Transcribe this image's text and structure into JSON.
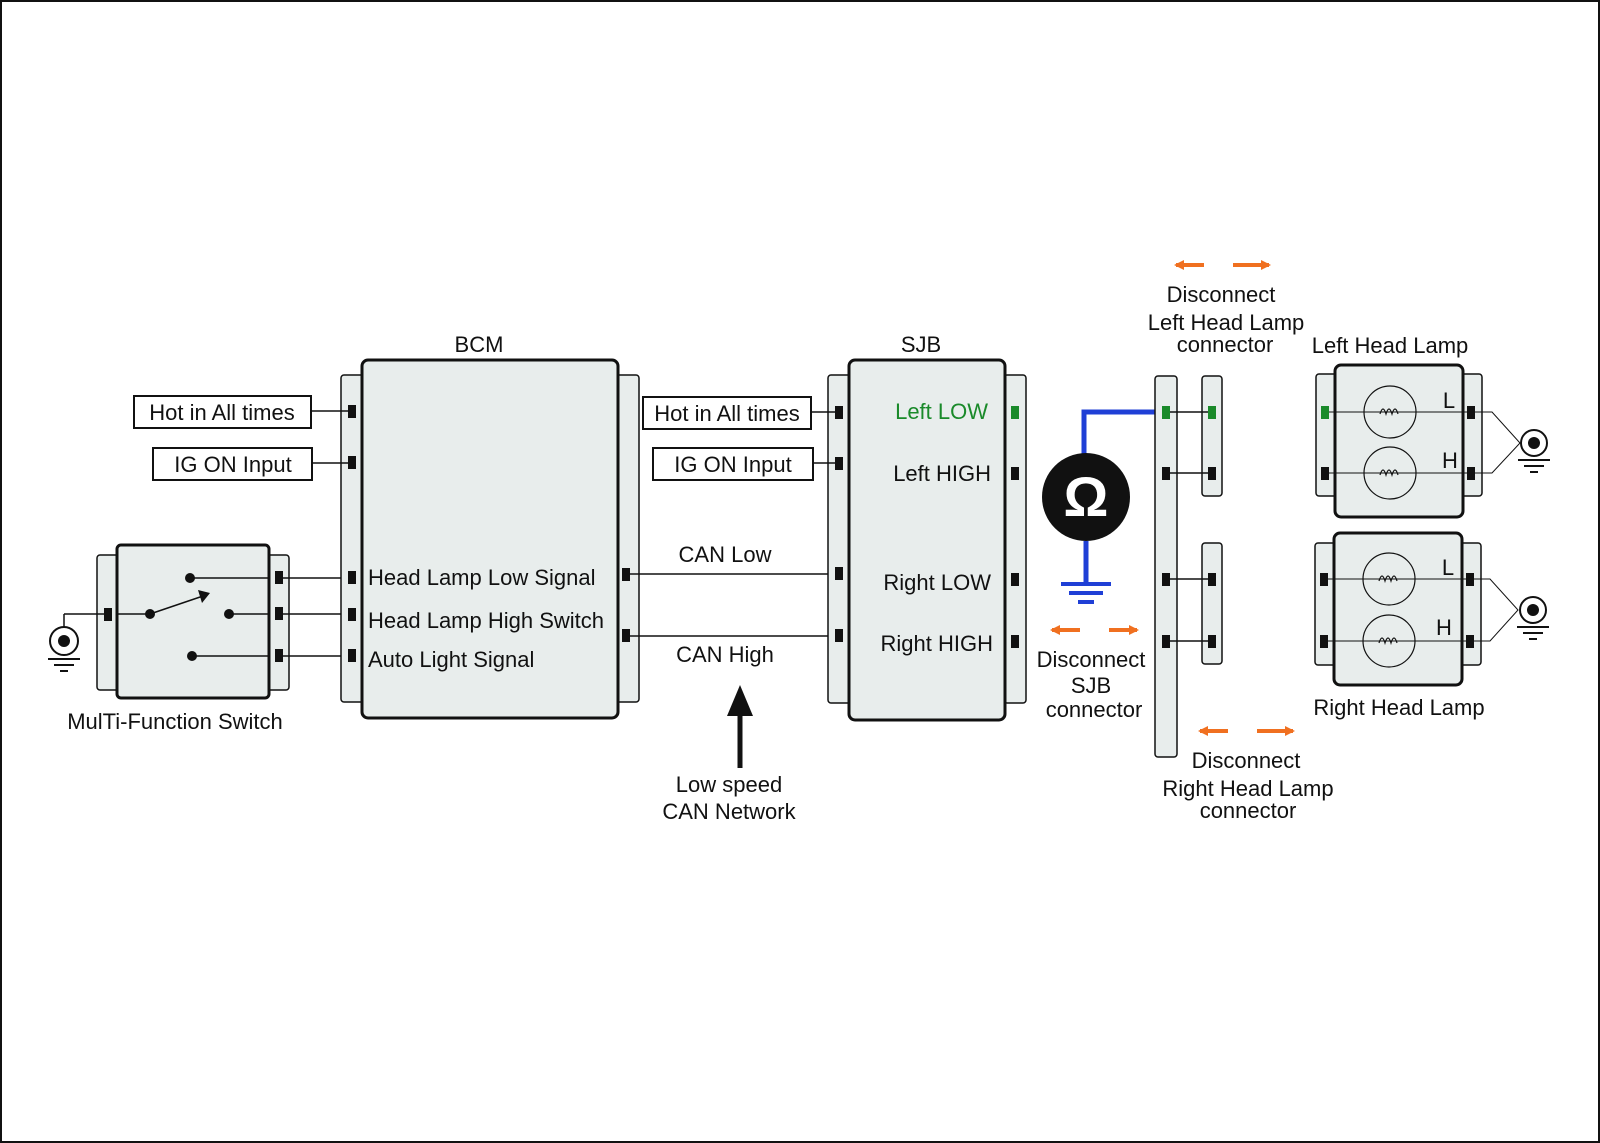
{
  "colors": {
    "module_fill": "#e8edec",
    "highlight_green": "#1a8a2a",
    "probe_blue": "#1f3fd6",
    "arrow_orange": "#f07020",
    "line": "#111111"
  },
  "bcm": {
    "title": "BCM",
    "pins": [
      "Head Lamp Low Signal",
      "Head Lamp High Switch",
      "Auto Light Signal"
    ]
  },
  "bcm_inputs": {
    "hot": "Hot in All times",
    "ig": "IG ON Input"
  },
  "sjb": {
    "title": "SJB",
    "pins": [
      "Left LOW",
      "Left HIGH",
      "Right LOW",
      "Right HIGH"
    ]
  },
  "sjb_inputs": {
    "hot": "Hot in All times",
    "ig": "IG ON Input"
  },
  "can": {
    "low": "CAN Low",
    "high": "CAN High",
    "network_line1": "Low speed",
    "network_line2": "CAN Network"
  },
  "mfs": {
    "title": "MulTi-Function Switch"
  },
  "left_lamp": {
    "title": "Left Head Lamp",
    "low_label": "L",
    "high_label": "H"
  },
  "right_lamp": {
    "title": "Right Head Lamp",
    "low_label": "L",
    "high_label": "H"
  },
  "ohmmeter": {
    "symbol": "Ω",
    "icon": "ohmmeter-icon"
  },
  "disconnect_left": {
    "line1": "Disconnect",
    "line2": "Left Head Lamp",
    "line3": "connector"
  },
  "disconnect_sjb": {
    "line1": "Disconnect",
    "line2": "SJB",
    "line3": "connector"
  },
  "disconnect_right": {
    "line1": "Disconnect",
    "line2": "Right Head Lamp",
    "line3": "connector"
  }
}
